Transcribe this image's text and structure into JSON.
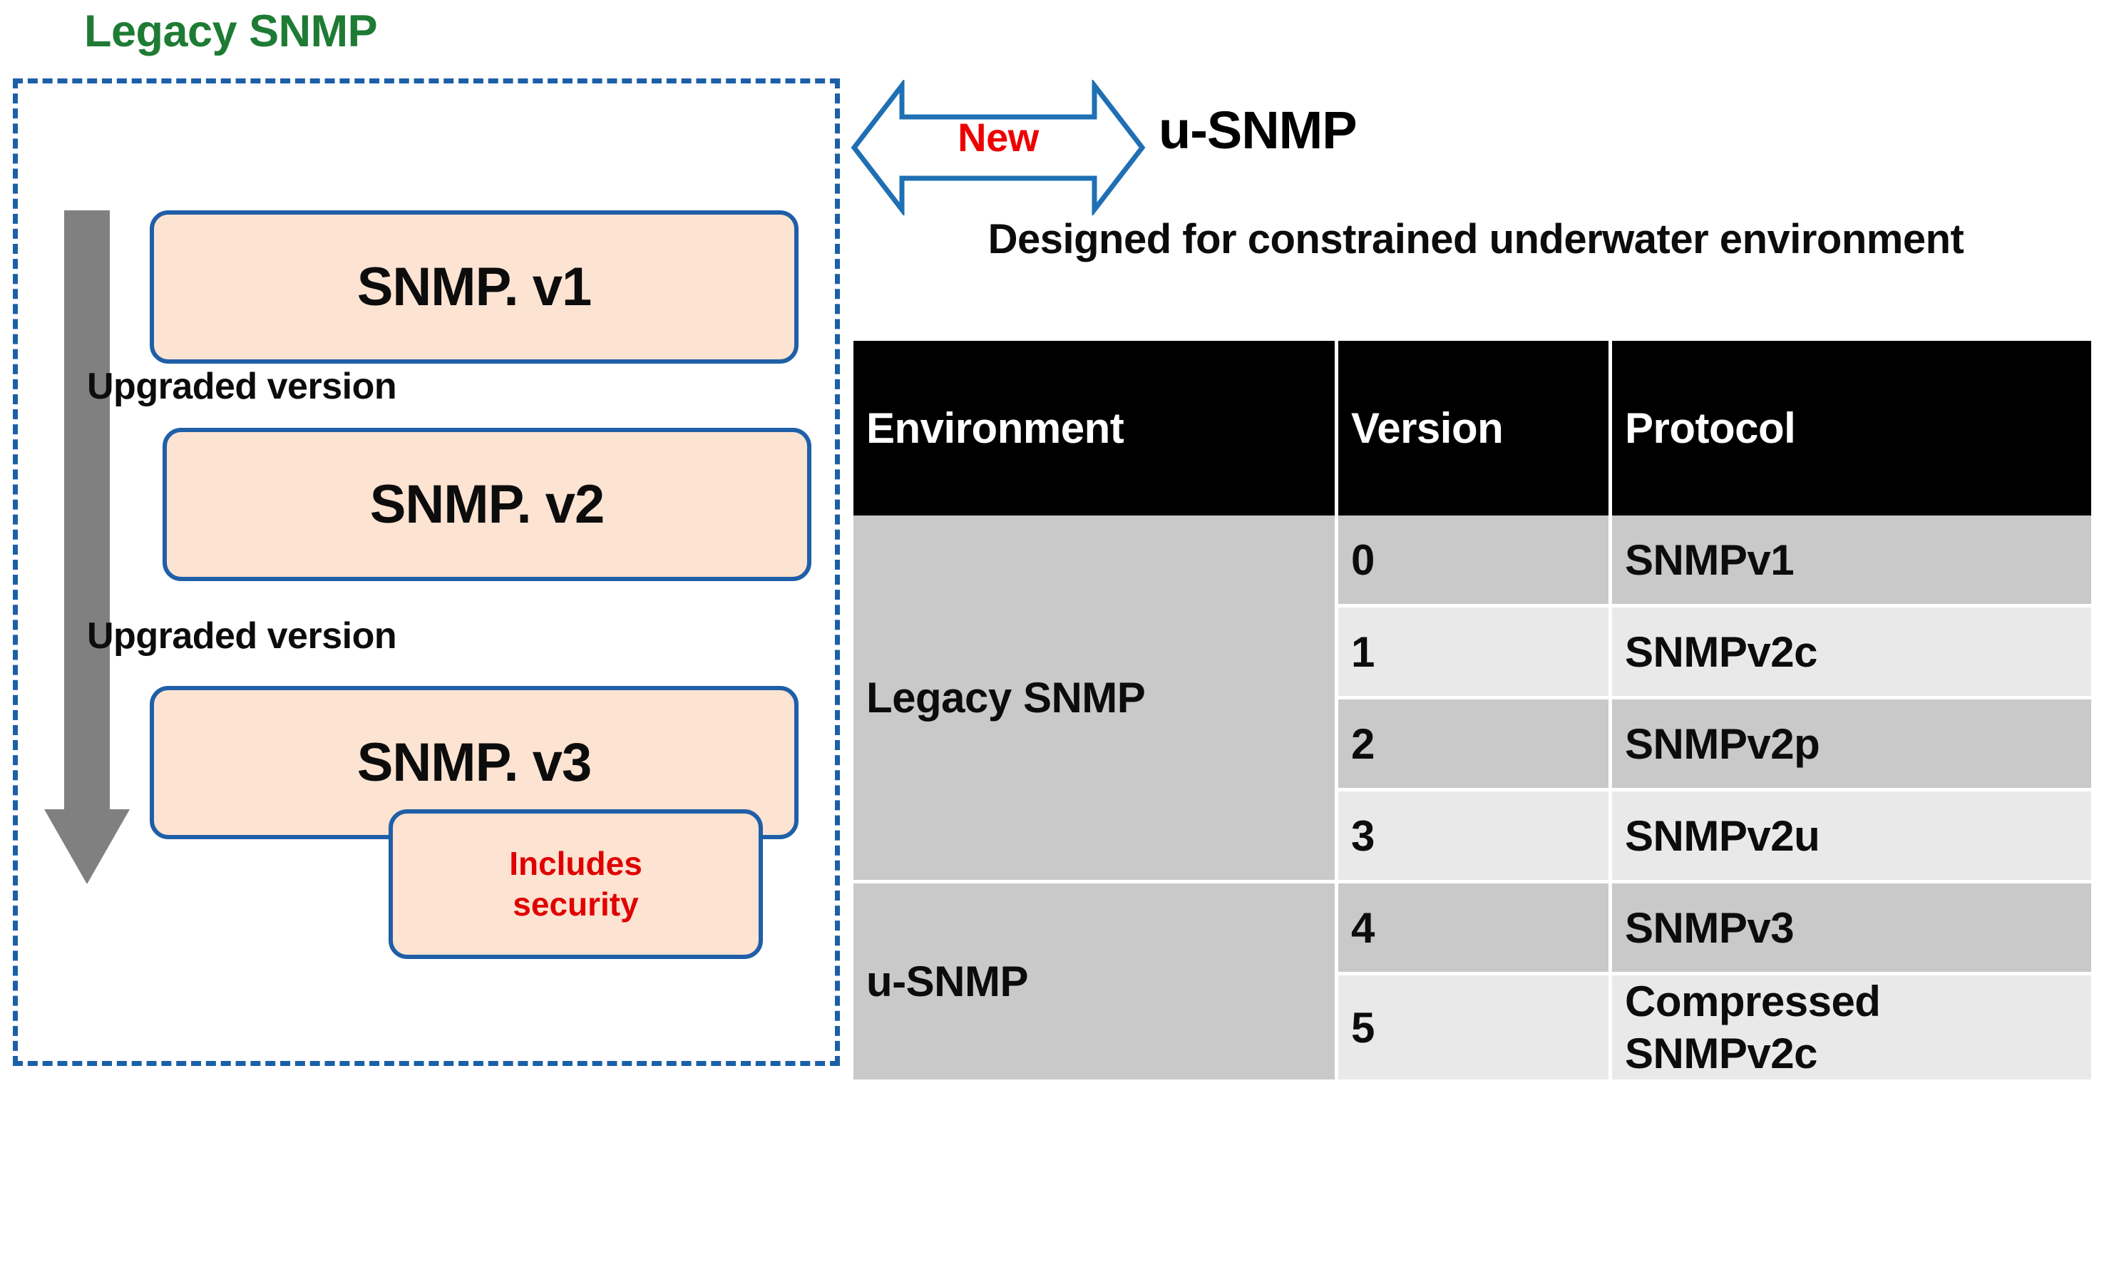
{
  "left_panel": {
    "title": "Legacy SNMP",
    "title_color": "#1E7B34",
    "boxes": [
      {
        "label": "SNMP. v1"
      },
      {
        "label": "SNMP. v2"
      },
      {
        "label": "SNMP. v3"
      }
    ],
    "upgrade_labels": [
      "Upgraded version",
      "Upgraded version"
    ],
    "security_note": {
      "line1": "Includes",
      "line2": "security",
      "color": "#E00000"
    },
    "arrow_icon": "down-arrow-icon",
    "box_fill": "#FCE3D2",
    "box_border": "#1F5FA8",
    "dashed_border": "#1B5FA8"
  },
  "right_panel": {
    "new_badge": "New",
    "new_badge_color": "#EE0000",
    "heading": "u-SNMP",
    "subtitle": "Designed for constrained underwater environment",
    "arrow_icon": "double-arrow-icon",
    "arrow_color": "#1F6FB4"
  },
  "table": {
    "headers": [
      "Environment",
      "Version",
      "Protocol"
    ],
    "header_bg": "#000000",
    "header_color": "#FFFFFF",
    "groups": [
      {
        "environment": "Legacy SNMP",
        "rows": [
          {
            "version": "0",
            "protocol": "SNMPv1"
          },
          {
            "version": "1",
            "protocol": "SNMPv2c"
          },
          {
            "version": "2",
            "protocol": "SNMPv2p"
          },
          {
            "version": "3",
            "protocol": "SNMPv2u"
          }
        ]
      },
      {
        "environment": "u-SNMP",
        "rows": [
          {
            "version": "4",
            "protocol": "SNMPv3"
          },
          {
            "version": "5",
            "protocol": "Compressed SNMPv2c"
          }
        ]
      }
    ]
  }
}
